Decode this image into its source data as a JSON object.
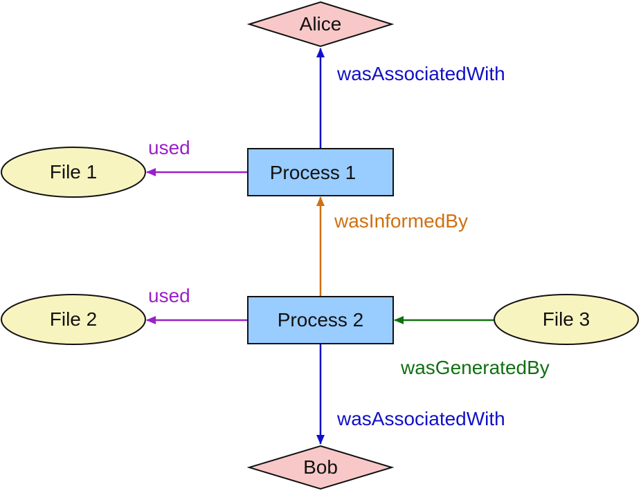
{
  "colors": {
    "agent_fill": "#f8c8c8",
    "entity_fill": "#f8f4c0",
    "activity_fill": "#99ccff",
    "stroke": "#111111",
    "associated": "#1010c8",
    "used": "#9a20c8",
    "informed": "#d07010",
    "generated": "#107010"
  },
  "nodes": {
    "alice": {
      "label": "Alice",
      "shape": "diamond"
    },
    "bob": {
      "label": "Bob",
      "shape": "diamond"
    },
    "process1": {
      "label": "Process 1",
      "shape": "rectangle"
    },
    "process2": {
      "label": "Process 2",
      "shape": "rectangle"
    },
    "file1": {
      "label": "File 1",
      "shape": "ellipse"
    },
    "file2": {
      "label": "File 2",
      "shape": "ellipse"
    },
    "file3": {
      "label": "File 3",
      "shape": "ellipse"
    }
  },
  "edges": [
    {
      "id": "p1-alice",
      "from": "Process 1",
      "to": "Alice",
      "label": "wasAssociatedWith"
    },
    {
      "id": "p1-file1",
      "from": "Process 1",
      "to": "File 1",
      "label": "used"
    },
    {
      "id": "p2-p1",
      "from": "Process 2",
      "to": "Process 1",
      "label": "wasInformedBy"
    },
    {
      "id": "p2-file2",
      "from": "Process 2",
      "to": "File 2",
      "label": "used"
    },
    {
      "id": "file3-p2",
      "from": "File 3",
      "to": "Process 2",
      "label": "wasGeneratedBy"
    },
    {
      "id": "p2-bob",
      "from": "Process 2",
      "to": "Bob",
      "label": "wasAssociatedWith"
    }
  ]
}
